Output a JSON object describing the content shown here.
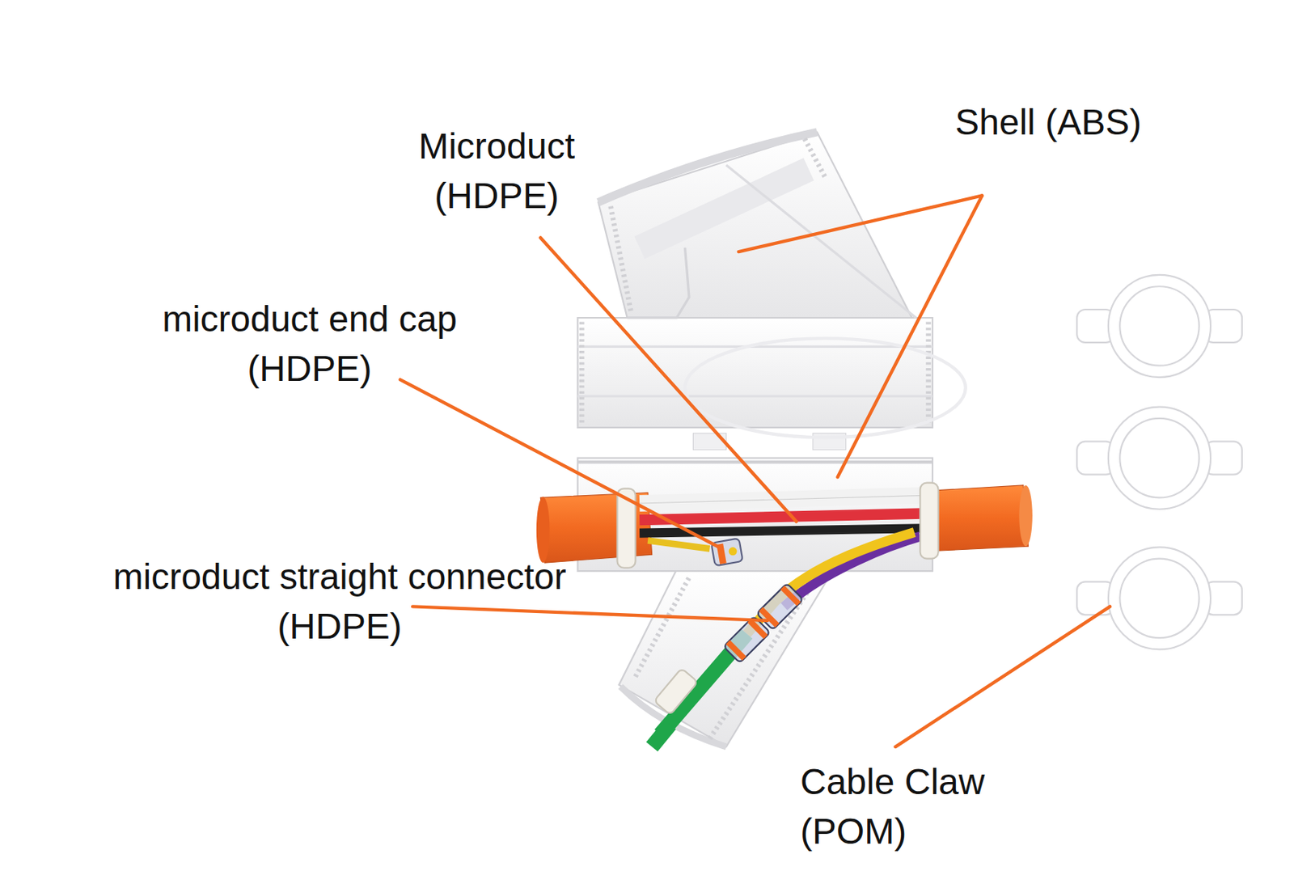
{
  "diagram": {
    "labels": [
      "Shell (ABS)",
      "Microduct (HDPE)",
      "microduct end cap (HDPE)",
      "microduct straight connector (HDPE)",
      "Cable Claw (POM)"
    ]
  }
}
